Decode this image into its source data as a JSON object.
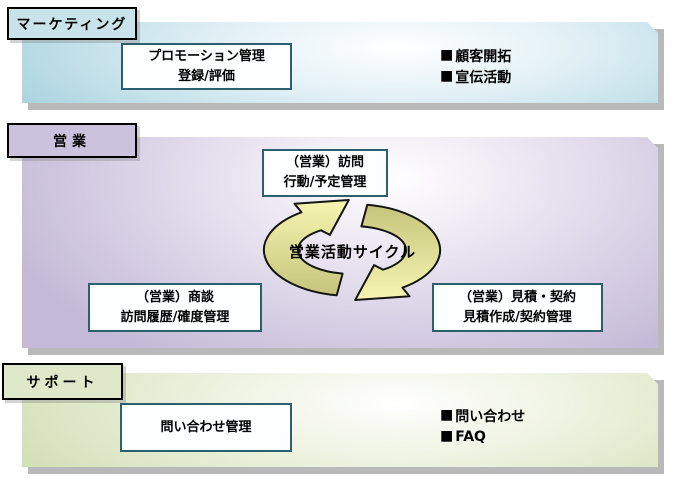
{
  "ui": {
    "bullet_char": "■"
  },
  "colors": {
    "shadow": "#b9b9b9",
    "feature_box_border": "#2e5f6e",
    "marketing_label_bg": "#c9e3ea",
    "marketing_band": "#abd4e0",
    "sales_label_bg": "#cbc2dd",
    "sales_band": "#c4bad7",
    "support_label_bg": "#dfe8c8",
    "support_band": "#d3dfb6",
    "arrow_light": "#f6f6b2",
    "arrow_dark": "#c2c279"
  },
  "marketing": {
    "label": "マーケティング",
    "box": {
      "line1": "プロモーション管理",
      "line2": "登録/評価"
    },
    "bullets": [
      {
        "text": "顧客開拓"
      },
      {
        "text": "宣伝活動"
      }
    ]
  },
  "sales": {
    "label": "営業",
    "visit_box": {
      "line1": "（営業）訪問",
      "line2": "行動/予定管理"
    },
    "negotiation_box": {
      "line1": "（営業）商談",
      "line2": "訪問履歴/確度管理"
    },
    "estimate_box": {
      "line1": "（営業）見積・契約",
      "line2": "見積作成/契約管理"
    },
    "cycle_label": "営業活動サイクル"
  },
  "support": {
    "label": "サポート",
    "box": {
      "line1": "問い合わせ管理"
    },
    "bullets": [
      {
        "text": "問い合わせ"
      },
      {
        "text": "FAQ"
      }
    ]
  }
}
